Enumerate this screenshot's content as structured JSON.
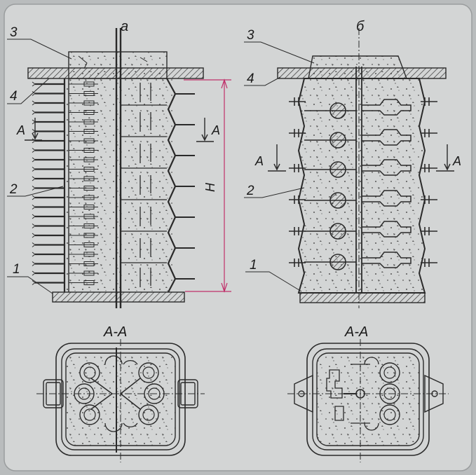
{
  "figure": {
    "panel_a_label": "а",
    "panel_b_label": "б",
    "section_label_a": "А-А",
    "section_label_b": "А-А",
    "callouts_a": [
      "3",
      "4",
      "2",
      "1"
    ],
    "callouts_b": [
      "3",
      "4",
      "2",
      "1"
    ],
    "section_marker": "А",
    "height_label": "H",
    "dimension_color": "#c0306a",
    "line_color": "#2a2a2a",
    "paper_color": "#d3d5d5",
    "background_color": "#b9bcbd"
  }
}
